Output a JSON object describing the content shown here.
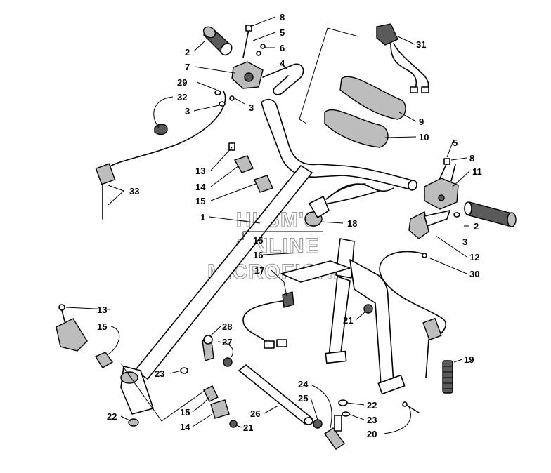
{
  "watermark": {
    "line1": "HLSM'S",
    "line2": "ONLINE",
    "line3": "MICROFICHE"
  },
  "callouts": {
    "c8_top": "8",
    "c5_top": "5",
    "c2_left": "2",
    "c6": "6",
    "c7": "7",
    "c4": "4",
    "c29": "29",
    "c32": "32",
    "c3_left": "3",
    "c3_mid": "3",
    "c31": "31",
    "c9": "9",
    "c10": "10",
    "c13_top": "13",
    "c14_top": "14",
    "c15_top": "15",
    "c33": "33",
    "c5_right": "5",
    "c8_right": "8",
    "c11": "11",
    "c1": "1",
    "c18": "18",
    "c15_mid": "15",
    "c16": "16",
    "c17": "17",
    "c2_right": "2",
    "c3_right": "3",
    "c12": "12",
    "c30": "30",
    "c13_low": "13",
    "c15_low": "15",
    "c21_mid": "21",
    "c28": "28",
    "c27": "27",
    "c23_left": "23",
    "c19": "19",
    "c24": "24",
    "c25": "25",
    "c22_right": "22",
    "c23_right": "23",
    "c20": "20",
    "c15_bottom": "15",
    "c14_bottom": "14",
    "c21_bottom": "21",
    "c26": "26",
    "c22_left": "22"
  }
}
